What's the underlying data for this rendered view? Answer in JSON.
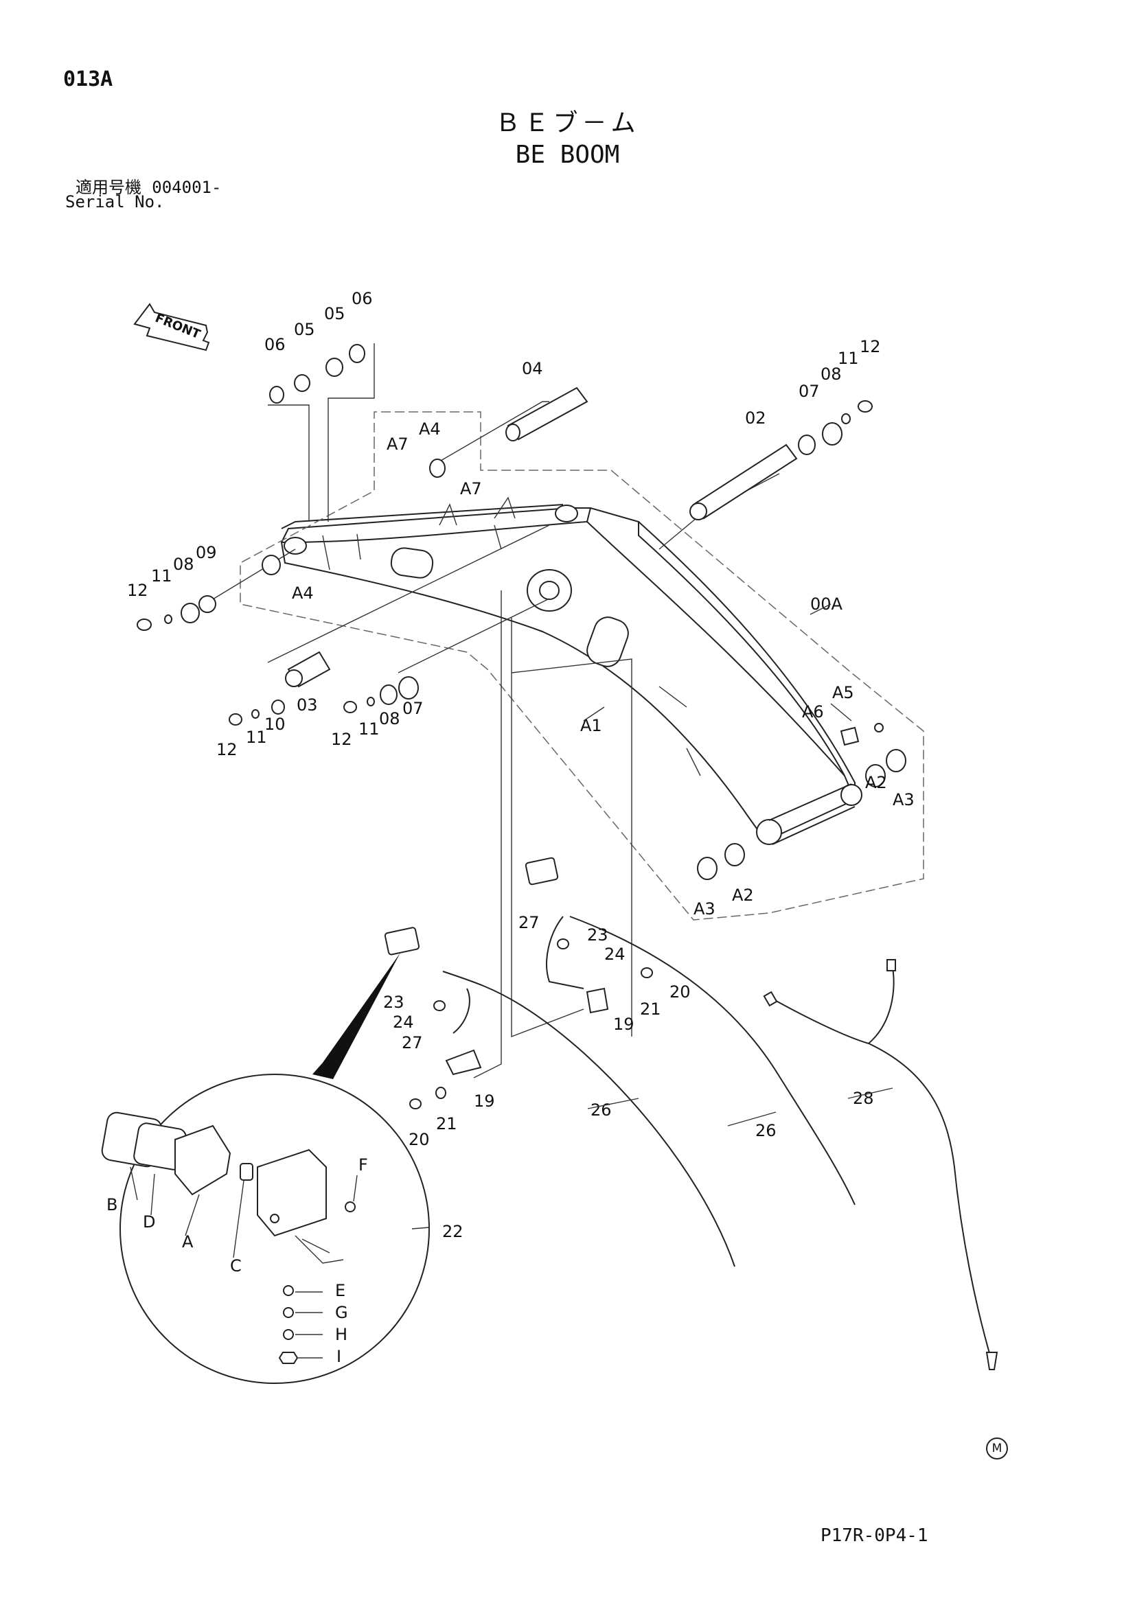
{
  "page_code": "013A",
  "title_jp": "ＢＥブ－ム",
  "title_en": "BE BOOM",
  "serial": {
    "label_jp": "適用号機",
    "number": "004001-",
    "label_en": "Serial No."
  },
  "front_arrow_label": "FRONT",
  "m_mark": "M",
  "footer_code": "P17R-0P4-1",
  "part_labels": {
    "p06a": "06",
    "p05a": "05",
    "p05b": "05",
    "p06b": "06",
    "p04": "04",
    "p02": "02",
    "p07a": "07",
    "p08a": "08",
    "p11a": "11",
    "p12a": "12",
    "pA4a": "A4",
    "pA7a": "A7",
    "pA7b": "A7",
    "pA4b": "A4",
    "p12b": "12",
    "p11b": "11",
    "p08b": "08",
    "p09": "09",
    "p00A": "00A",
    "pA5": "A5",
    "pA6": "A6",
    "pA1": "A1",
    "pA2a": "A2",
    "pA3a": "A3",
    "pA2b": "A2",
    "pA3b": "A3",
    "p03": "03",
    "p12c": "12",
    "p11c": "11",
    "p10": "10",
    "p12d": "12",
    "p11d": "11",
    "p08c": "08",
    "p07b": "07",
    "p27a": "27",
    "p23a": "23",
    "p24a": "24",
    "p20a": "20",
    "p21a": "21",
    "p19a": "19",
    "p23b": "23",
    "p24b": "24",
    "p27b": "27",
    "p19b": "19",
    "p20b": "20",
    "p21b": "21",
    "p26a": "26",
    "p26b": "26",
    "p28": "28",
    "p22": "22",
    "pB": "B",
    "pD": "D",
    "pA": "A",
    "pC": "C",
    "pF": "F",
    "pE": "E",
    "pG": "G",
    "pH": "H",
    "pI": "I"
  }
}
